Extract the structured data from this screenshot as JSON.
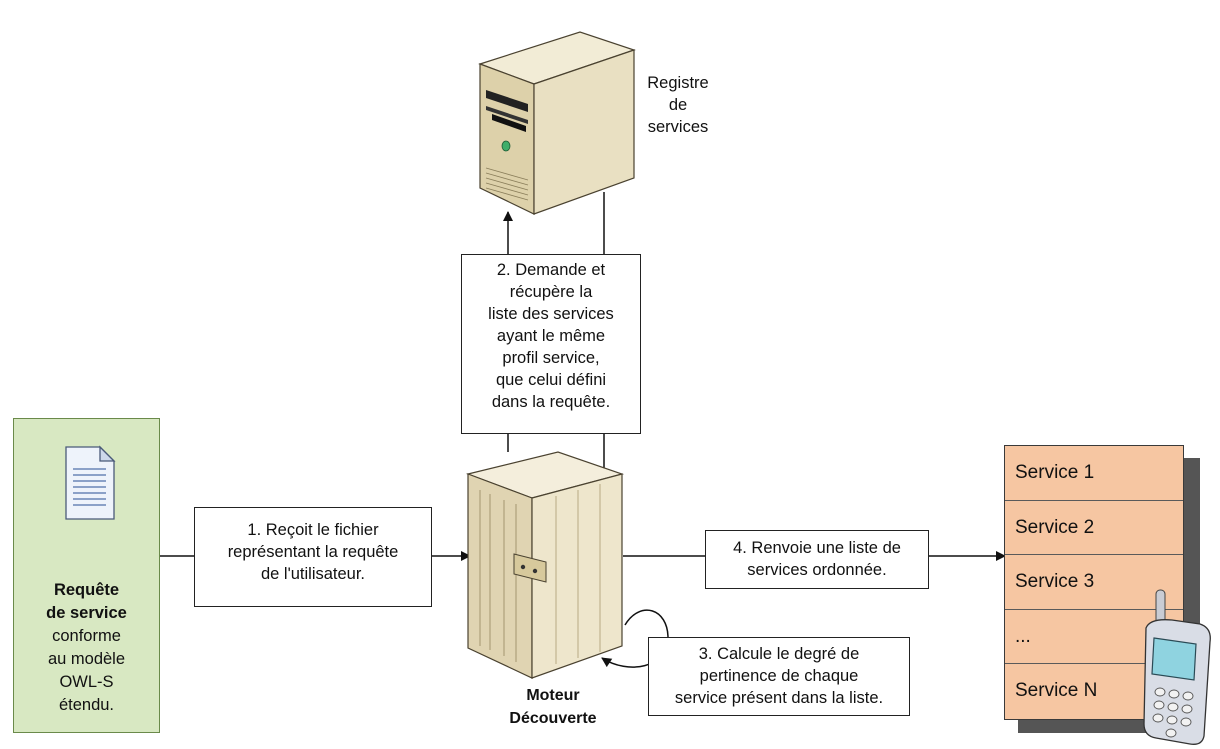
{
  "registry": {
    "label_lines": [
      "Registre",
      "de",
      "services"
    ]
  },
  "step1": {
    "lines": [
      "1. Reçoit le fichier",
      "représentant la requête",
      "de l'utilisateur."
    ]
  },
  "step2": {
    "lines": [
      "2. Demande et",
      "récupère la",
      "liste des services",
      "ayant le même",
      "profil service,",
      "que celui défini",
      "dans la requête."
    ]
  },
  "step3": {
    "lines": [
      "3. Calcule le degré de",
      "pertinence de chaque",
      "service présent dans la liste."
    ]
  },
  "step4": {
    "lines": [
      "4. Renvoie une liste de",
      "services ordonnée."
    ]
  },
  "engine": {
    "label_lines": [
      "Moteur",
      "Découverte"
    ]
  },
  "request": {
    "title_lines": [
      "Requête",
      "de service"
    ],
    "desc_lines": [
      "conforme",
      "au modèle",
      "OWL-S",
      "étendu."
    ]
  },
  "service_list": {
    "items": [
      "Service 1",
      "Service 2",
      "Service 3",
      "...",
      "Service N"
    ]
  },
  "colors": {
    "request_bg": "#d8e8c2",
    "list_bg": "#f6c6a2",
    "server_beige": "#e8dfc0"
  },
  "icons": [
    "document-icon",
    "server-tower-icon",
    "server-cabinet-icon",
    "mobile-phone-icon"
  ]
}
